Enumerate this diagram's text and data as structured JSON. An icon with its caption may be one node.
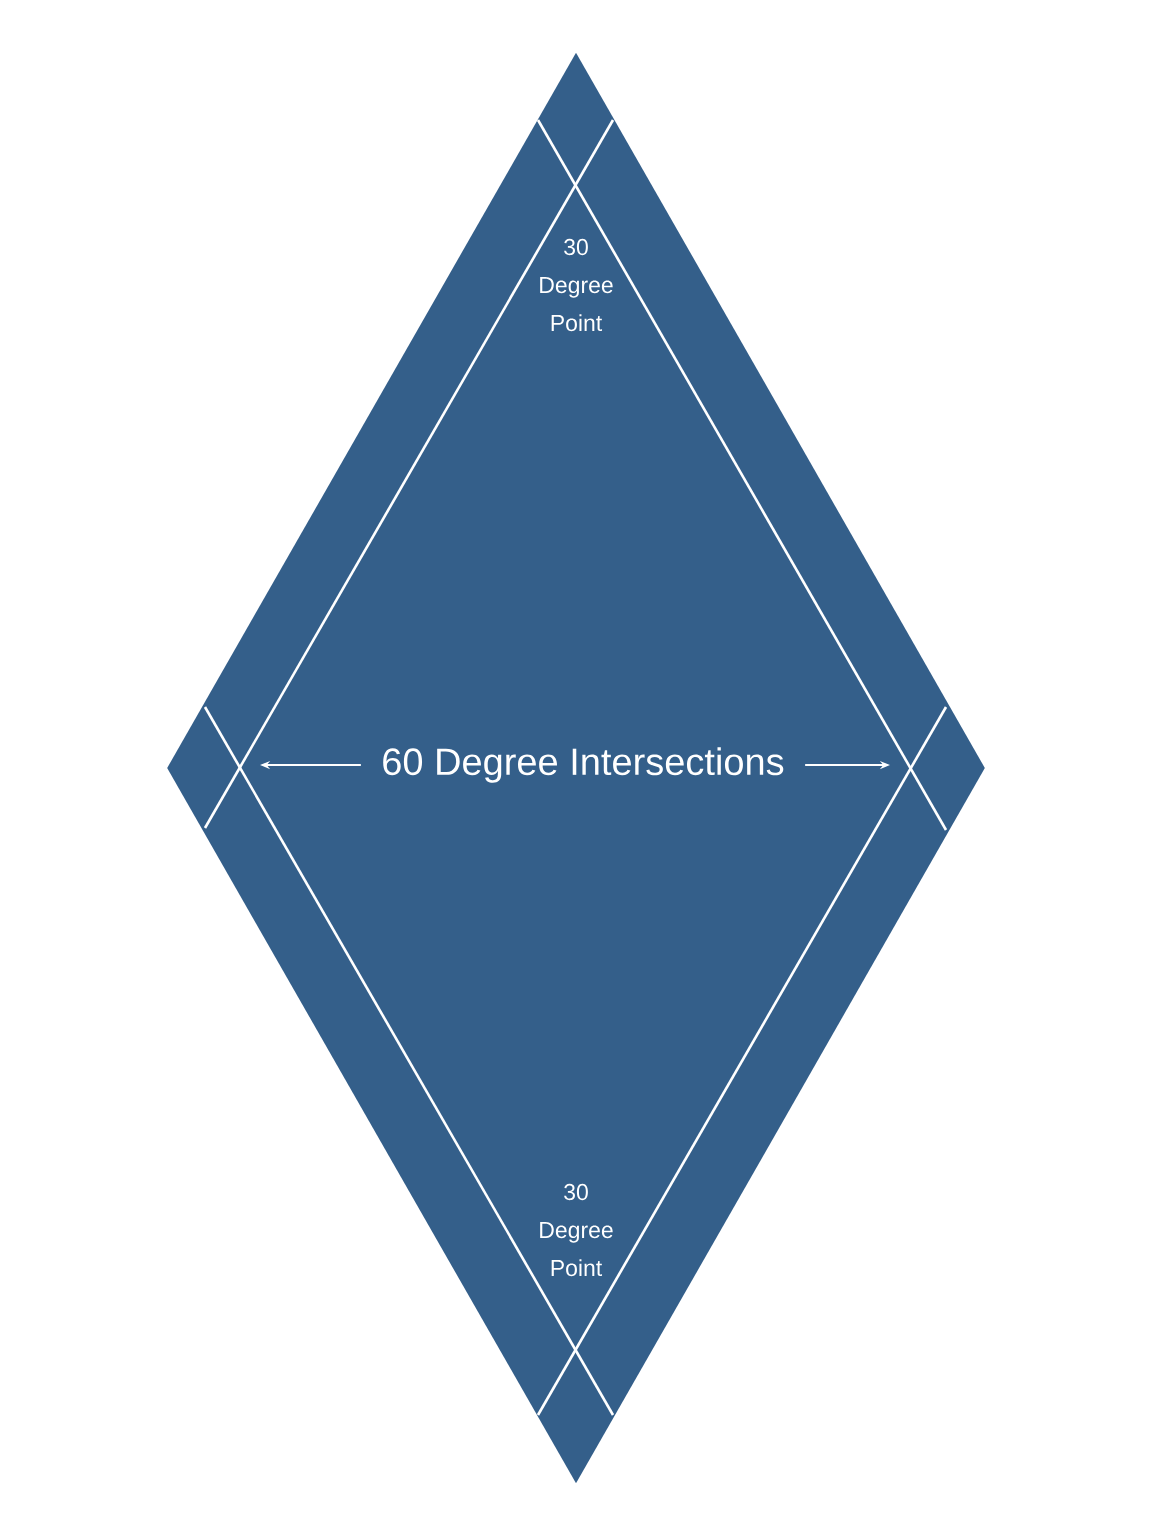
{
  "diagram": {
    "nodes": [
      {
        "text": [],
        "shape": "diamond"
      },
      {
        "text": [
          "60 Degree Intersections"
        ],
        "in": 0
      }
    ],
    "edges": [
      {
        "from": 1,
        "to": null,
        "arrow": "to"
      },
      {
        "from": 1,
        "to": null,
        "arrow": "to"
      }
    ],
    "labels": [
      "30 Degree Point",
      "30 Degree Point"
    ]
  }
}
